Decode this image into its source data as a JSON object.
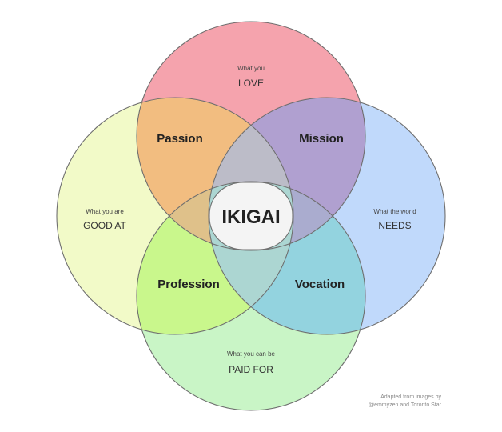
{
  "circles": {
    "love": {
      "small": "What you",
      "label": "LOVE",
      "color": "#f5a3ad"
    },
    "good_at": {
      "small": "What you are",
      "label": "GOOD AT",
      "color": "#f2fac8"
    },
    "needs": {
      "small": "What the world",
      "label": "NEEDS",
      "color": "#c0d9fb"
    },
    "paid_for": {
      "small": "What you can be",
      "label": "PAID FOR",
      "color": "#c9f5c6"
    }
  },
  "overlaps": {
    "passion": {
      "label": "Passion",
      "color": "#f2bd80"
    },
    "mission": {
      "label": "Mission",
      "color": "#b0a0d0"
    },
    "profession": {
      "label": "Profession",
      "color": "#c9f78c"
    },
    "vocation": {
      "label": "Vocation",
      "color": "#93d3df"
    }
  },
  "center": {
    "label": "IKIGAI",
    "color": "#f4f4f4"
  },
  "credit": {
    "line1": "Adapted from images by",
    "line2": "@emmyzen and Toronto Star"
  }
}
